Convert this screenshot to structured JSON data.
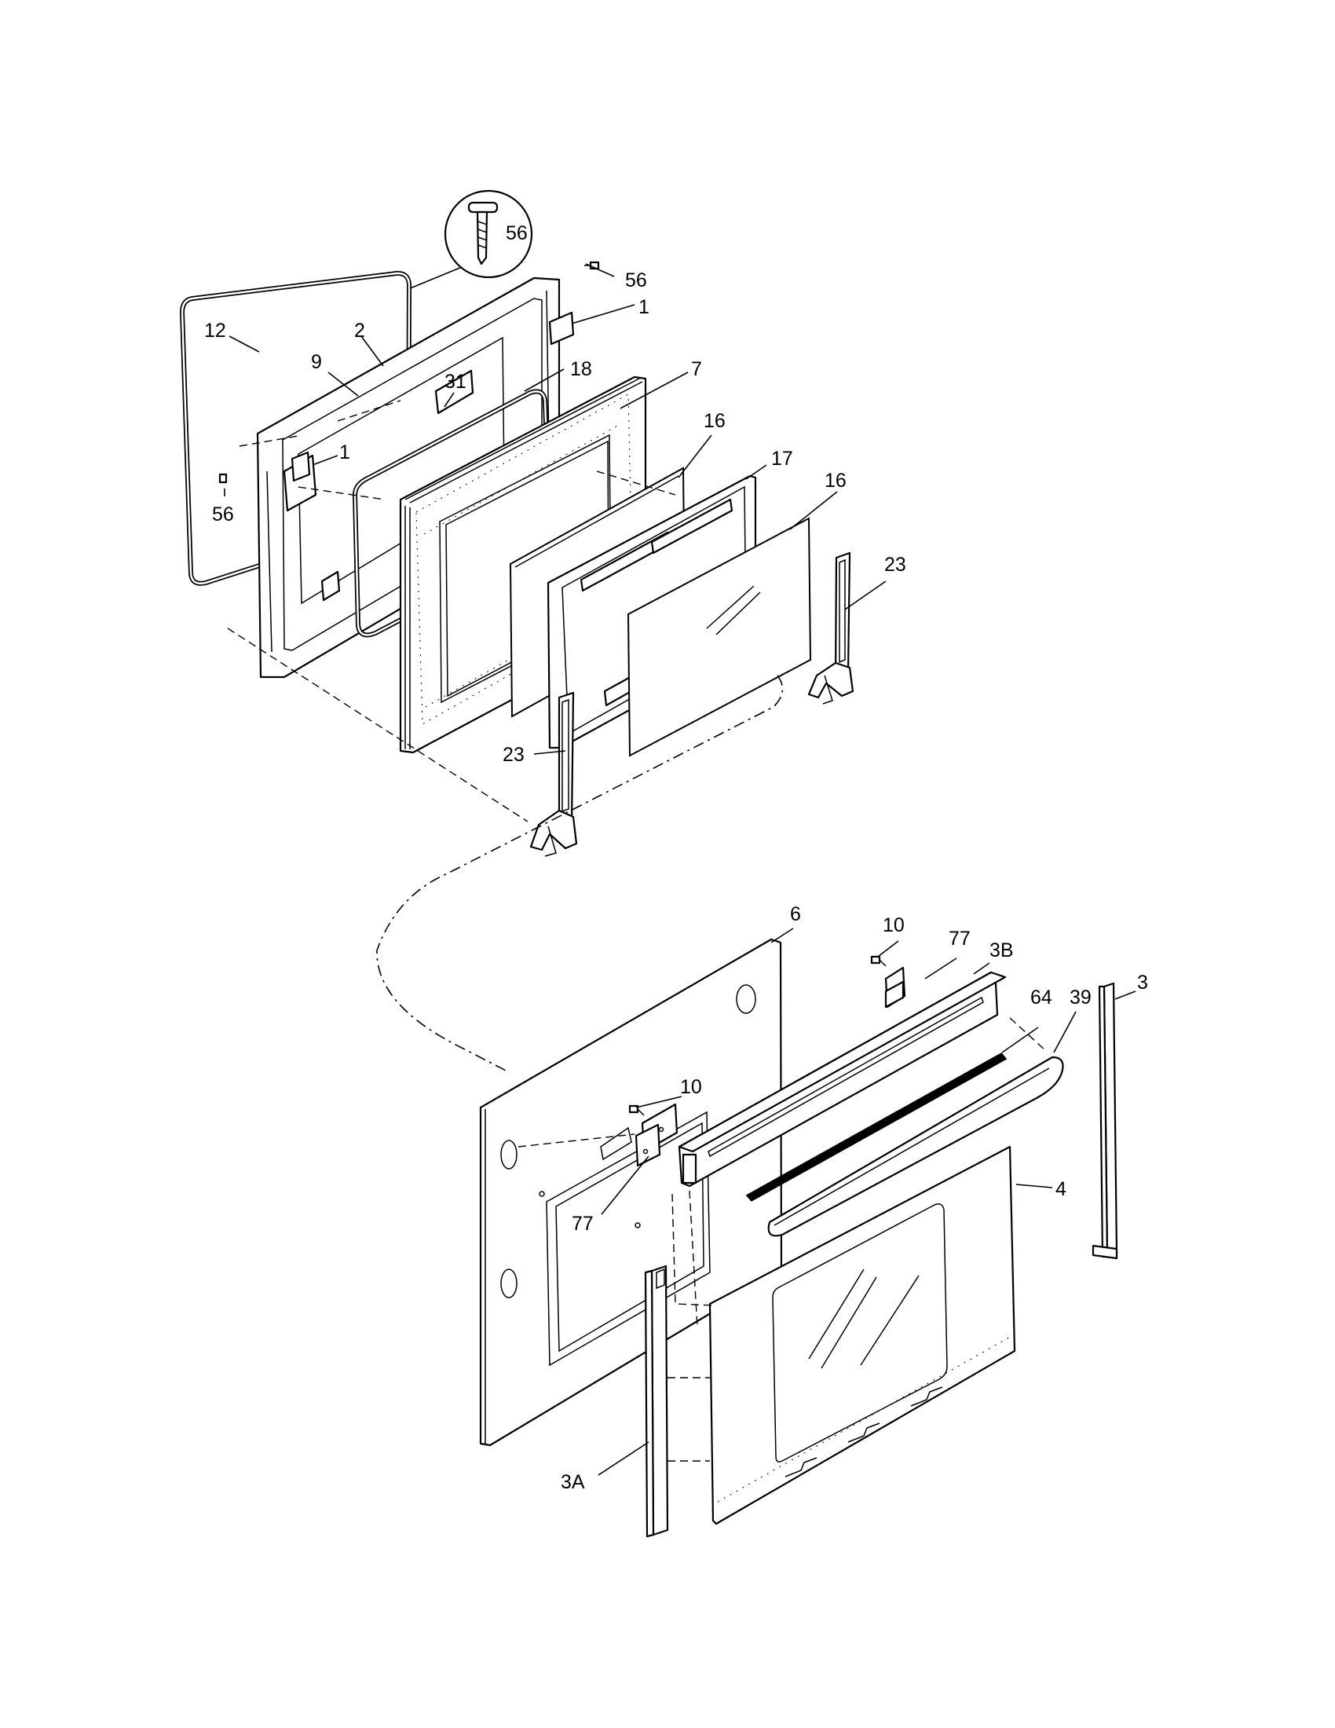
{
  "callouts": [
    {
      "id": "56-detail",
      "label": "56"
    },
    {
      "id": "56-top",
      "label": "56"
    },
    {
      "id": "1-top",
      "label": "1"
    },
    {
      "id": "12",
      "label": "12"
    },
    {
      "id": "2",
      "label": "2"
    },
    {
      "id": "9",
      "label": "9"
    },
    {
      "id": "31",
      "label": "31"
    },
    {
      "id": "18",
      "label": "18"
    },
    {
      "id": "7",
      "label": "7"
    },
    {
      "id": "1-left",
      "label": "1"
    },
    {
      "id": "56-left",
      "label": "56"
    },
    {
      "id": "16-a",
      "label": "16"
    },
    {
      "id": "17",
      "label": "17"
    },
    {
      "id": "16-b",
      "label": "16"
    },
    {
      "id": "23-right",
      "label": "23"
    },
    {
      "id": "23-left",
      "label": "23"
    },
    {
      "id": "6",
      "label": "6"
    },
    {
      "id": "10-top",
      "label": "10"
    },
    {
      "id": "77-top",
      "label": "77"
    },
    {
      "id": "3B",
      "label": "3B"
    },
    {
      "id": "64",
      "label": "64"
    },
    {
      "id": "39",
      "label": "39"
    },
    {
      "id": "3",
      "label": "3"
    },
    {
      "id": "10-mid",
      "label": "10"
    },
    {
      "id": "4",
      "label": "4"
    },
    {
      "id": "77-mid",
      "label": "77"
    },
    {
      "id": "3A",
      "label": "3A"
    }
  ]
}
